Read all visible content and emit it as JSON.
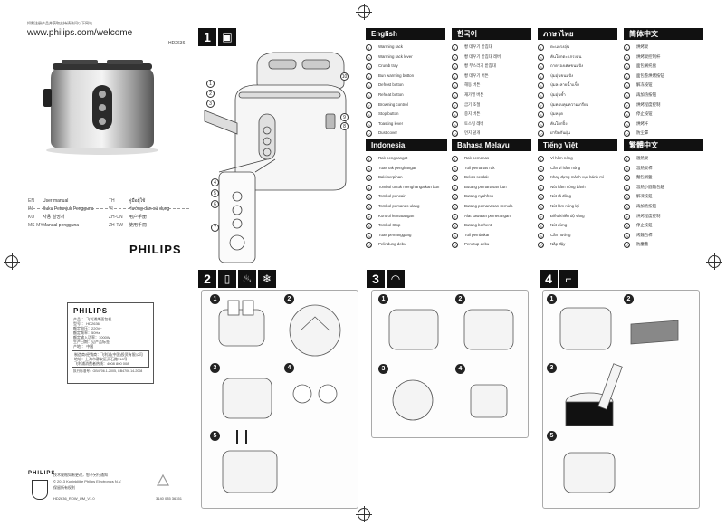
{
  "header": {
    "tiny_line": "如需注册产品并获取支持请访问以下网站",
    "url": "www.philips.com/welcome",
    "model": "HD2636"
  },
  "step1": {
    "number": "1"
  },
  "step2": {
    "number": "2"
  },
  "step3": {
    "number": "3"
  },
  "step4": {
    "number": "4"
  },
  "languages": [
    {
      "label": "EN",
      "name": "User manual"
    },
    {
      "label": "IN",
      "name": "Buku Petunjuk Pengguna"
    },
    {
      "label": "KO",
      "name": "사용 설명서"
    },
    {
      "label": "MS-MY",
      "name": "Manual pengguna"
    }
  ],
  "languages_right": [
    {
      "label": "TH",
      "name": "คู่มือผู้ใช้"
    },
    {
      "label": "VI",
      "name": "Hướng dẫn sử dụng"
    },
    {
      "label": "ZH-CN",
      "name": "用户手册"
    },
    {
      "label": "ZH-TW",
      "name": "使用手冊"
    }
  ],
  "brand": "PHILIPS",
  "sections": [
    {
      "title": "English",
      "items": [
        "Warming rack",
        "Warming rack lever",
        "Crumb tray",
        "Bun warming button",
        "Defrost button",
        "Reheat button",
        "Browning control",
        "Stop button",
        "Toasting lever",
        "Dust cover"
      ]
    },
    {
      "title": "한국어",
      "items": [
        "빵 데우기 받침대",
        "빵 데우기 받침대 레버",
        "빵 부스러기 받침대",
        "빵 데우기 버튼",
        "해동 버튼",
        "재가열 버튼",
        "굽기 조절",
        "중지 버튼",
        "토스팅 레버",
        "먼지 덮개"
      ]
    },
    {
      "title": "ภาษาไทย",
      "items": [
        "ตะแกรงอุ่น",
        "คันโยกตะแกรงอุ่น",
        "ถาดรองเศษขนมปัง",
        "ปุ่มอุ่นขนมปัง",
        "ปุ่มละลายน้ำแข็ง",
        "ปุ่มอุ่นซ้ำ",
        "ปุ่มควบคุมความเกรียม",
        "ปุ่มหยุด",
        "คันโยกปิ้ง",
        "ฝาปิดกันฝุ่น"
      ]
    },
    {
      "title": "简体中文",
      "items": [
        "烘烤架",
        "烘烤架控制杆",
        "面包屑托盘",
        "面包卷烘烤按钮",
        "解冻按钮",
        "再加热按钮",
        "烘烤程度控制",
        "停止按钮",
        "烘烤杆",
        "防尘罩"
      ]
    },
    {
      "title": "Indonesia",
      "items": [
        "Rak penghangat",
        "Tuas rak penghangat",
        "Baki serpihan",
        "Tombol untuk menghangatkan bun",
        "Tombol pencair",
        "Tombol pemanas ulang",
        "Kontrol kematangan",
        "Tombol Stop",
        "Tuas pemanggang",
        "Pelindung debu"
      ]
    },
    {
      "title": "Bahasa Melayu",
      "items": [
        "Rak pemanas",
        "Tuil pemanas rak",
        "Bekas serdak",
        "Butang pemanasan bun",
        "Butang nyahfros",
        "Butang pemanasan semula",
        "Alat kawalan pemerangan",
        "Butang berhenti",
        "Tuil pembakar",
        "Penutup debu"
      ]
    },
    {
      "title": "Tiếng Việt",
      "items": [
        "Vỉ hâm nóng",
        "Cần vỉ hâm nóng",
        "Khay đựng mảnh vụn bánh mì",
        "Nút hâm nóng bánh",
        "Nút rã đông",
        "Nút làm nóng lại",
        "Điều khiển độ vàng",
        "Nút dừng",
        "Cần nướng",
        "Nắp đậy"
      ]
    },
    {
      "title": "繁體中文",
      "items": [
        "溫熱架",
        "溫熱架桿",
        "麵包屑盤",
        "溫熱小圓麵包鈕",
        "解凍按鈕",
        "再加熱按鈕",
        "烘烤程度控制",
        "停止按鈕",
        "烤麵包桿",
        "防塵蓋"
      ]
    }
  ],
  "callouts": [
    "1",
    "2",
    "3",
    "4",
    "5",
    "6",
    "7",
    "8",
    "9",
    "10"
  ],
  "card": {
    "brand": "PHILIPS",
    "rows": [
      "产品 ： 飞利浦烤面包机",
      "型号 ： HD2636",
      "额定电压：220V~",
      "额定频率：50Hz",
      "额定输入功率：1000W",
      "生产日期：见产品标签",
      "产地 ： 中国"
    ],
    "manufacturer": "制造商/经销商：飞利浦(中国)投资有限公司",
    "address": "地址：上海市静安区灵石路718号",
    "service": "飞利浦消费者热线：4008 800 008",
    "standard": "执行标准号：GB4706.1-2005, GB4706.14-2008"
  },
  "footer": {
    "note1": "技术规格如有更改，恕不另行通知",
    "note2": "© 2013 Koninklijke Philips Electronics N.V.",
    "note3": "保留所有权利",
    "code": "HD2636_ROW_UM_V1.0",
    "barcode": "3140 035 36351"
  },
  "small_labels": {
    "page1_step_sub": "1",
    "page3_sub": "3",
    "page4_sub": "4"
  }
}
